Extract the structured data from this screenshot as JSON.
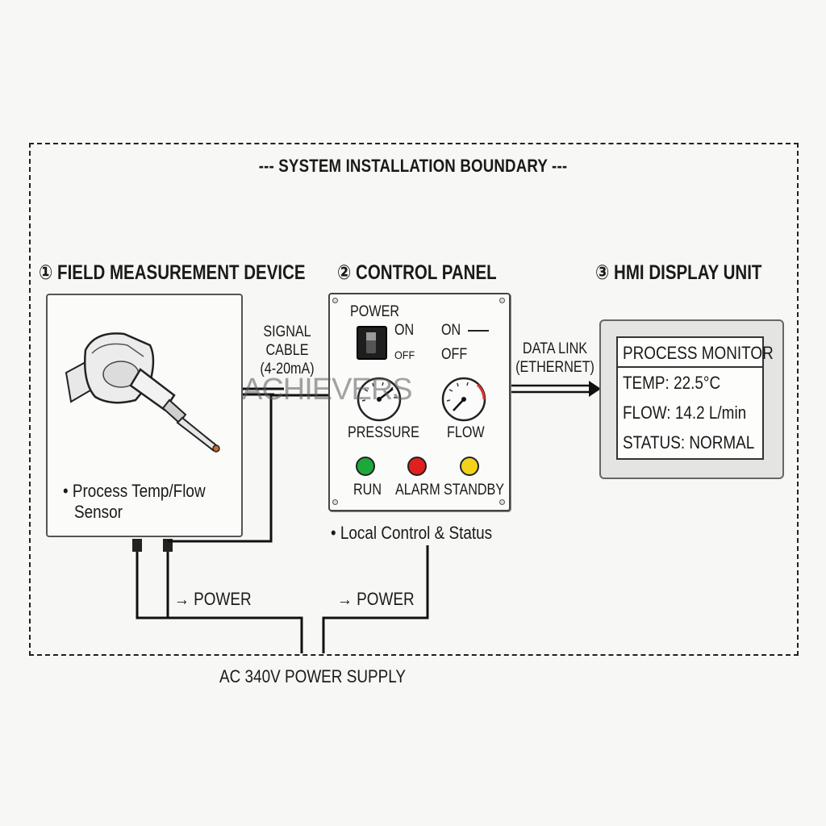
{
  "boundary_title": "--- SYSTEM INSTALLATION BOUNDARY ---",
  "sections": {
    "field": {
      "title": "① FIELD MEASUREMENT DEVICE",
      "bullet": "• Process Temp/Flow",
      "bullet2": "Sensor"
    },
    "control": {
      "title": "② CONTROL PANEL",
      "power_label": "POWER",
      "switch_on": "ON",
      "switch_off": "OFF",
      "legend_on": "ON",
      "legend_off": "OFF",
      "gauge1": "PRESSURE",
      "gauge2": "FLOW",
      "leds": [
        {
          "label": "RUN",
          "color": "#1fa83a"
        },
        {
          "label": "ALARM",
          "color": "#e0201c"
        },
        {
          "label": "STANDBY",
          "color": "#f2d21a"
        }
      ],
      "caption": "• Local Control & Status"
    },
    "hmi": {
      "title": "③ HMI DISPLAY UNIT",
      "screen_title": "PROCESS MONITOR",
      "temp": "TEMP: 22.5°C",
      "flow": "FLOW: 14.2 L/min",
      "status": "STATUS: NORMAL"
    }
  },
  "connections": {
    "signal_line1": "SIGNAL",
    "signal_line2": "CABLE",
    "signal_line3": "(4-20mA)",
    "data_line1": "DATA LINK",
    "data_line2": "(ETHERNET)",
    "power_left": "→ POWER",
    "power_right": "→ POWER",
    "supply": "AC 340V POWER SUPPLY"
  },
  "watermark": "ACHIEVERS"
}
